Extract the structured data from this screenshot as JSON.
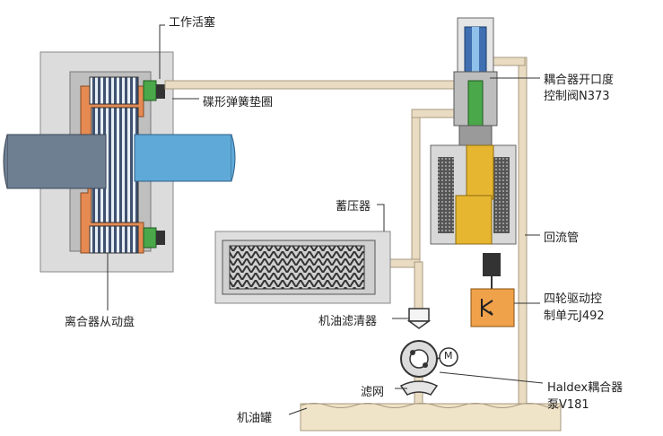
{
  "labels": {
    "piston": "工作活塞",
    "disc_spring": "碟形弹簧垫圈",
    "valve_line1": "耦合器开口度",
    "valve_line2": "控制阀N373",
    "accumulator": "蓄压器",
    "return_pipe": "回流管",
    "ecu_line1": "四轮驱动控",
    "ecu_line2": "制单元J492",
    "clutch_disc": "离合器从动盘",
    "oil_filter": "机油滤清器",
    "strainer": "滤网",
    "pump_line1": "Haldex耦合器",
    "pump_line2": "泵V181",
    "oil_tank": "机油罐",
    "motor_symbol": "M"
  },
  "colors": {
    "pipe": "#e9dcc3",
    "pipe_edge": "#a89a80",
    "housing": "#cfcfcf",
    "housing_dark": "#8c8c8c",
    "shaft": "#7d8da0",
    "shaft_light": "#5fa9d8",
    "clutch_orange": "#e58a52",
    "plates": "#4a5a73",
    "piston_green": "#4aa84a",
    "coil_yellow": "#e7b631",
    "ecu_orange": "#f0a24a",
    "oil": "#efe3c8"
  }
}
